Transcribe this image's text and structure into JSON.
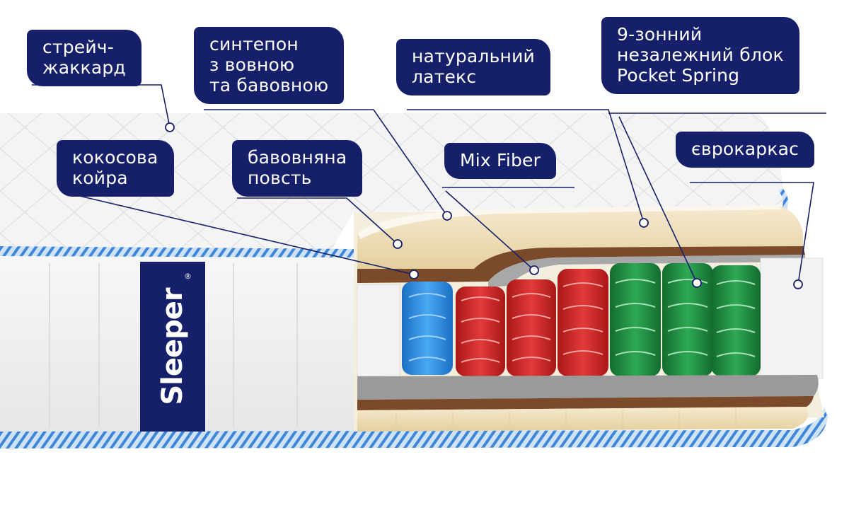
{
  "brand": {
    "name": "Sleeper",
    "registered": "®",
    "color": "#16206a"
  },
  "colors": {
    "label_bg": "#16206a",
    "label_text": "#ffffff",
    "piping": "#3f86d8",
    "latex": "#f0dfbd",
    "coir": "#7a4a2a",
    "felt": "#9a9a9a",
    "spring_blue": "#2b8fe0",
    "spring_red": "#d42a2a",
    "spring_green": "#1f8a40",
    "euro_frame": "#f2f2f2"
  },
  "labels": [
    {
      "id": "stretch-jacquard",
      "lines": [
        "стрейч-",
        "жаккард"
      ]
    },
    {
      "id": "sintepon",
      "lines": [
        "синтепон",
        "з вовною",
        "та бавовною"
      ]
    },
    {
      "id": "natural-latex",
      "lines": [
        "натуральний",
        "латекс"
      ]
    },
    {
      "id": "pocket-spring",
      "lines": [
        "9-зонний",
        "незалежний блок",
        "Pocket Spring"
      ]
    },
    {
      "id": "coconut-coir",
      "lines": [
        "кокосова",
        "койра"
      ]
    },
    {
      "id": "cotton-felt",
      "lines": [
        "бавовняна",
        "повсть"
      ]
    },
    {
      "id": "mix-fiber",
      "lines": [
        "Mix Fiber"
      ]
    },
    {
      "id": "euro-frame",
      "lines": [
        "єврокаркас"
      ]
    }
  ]
}
